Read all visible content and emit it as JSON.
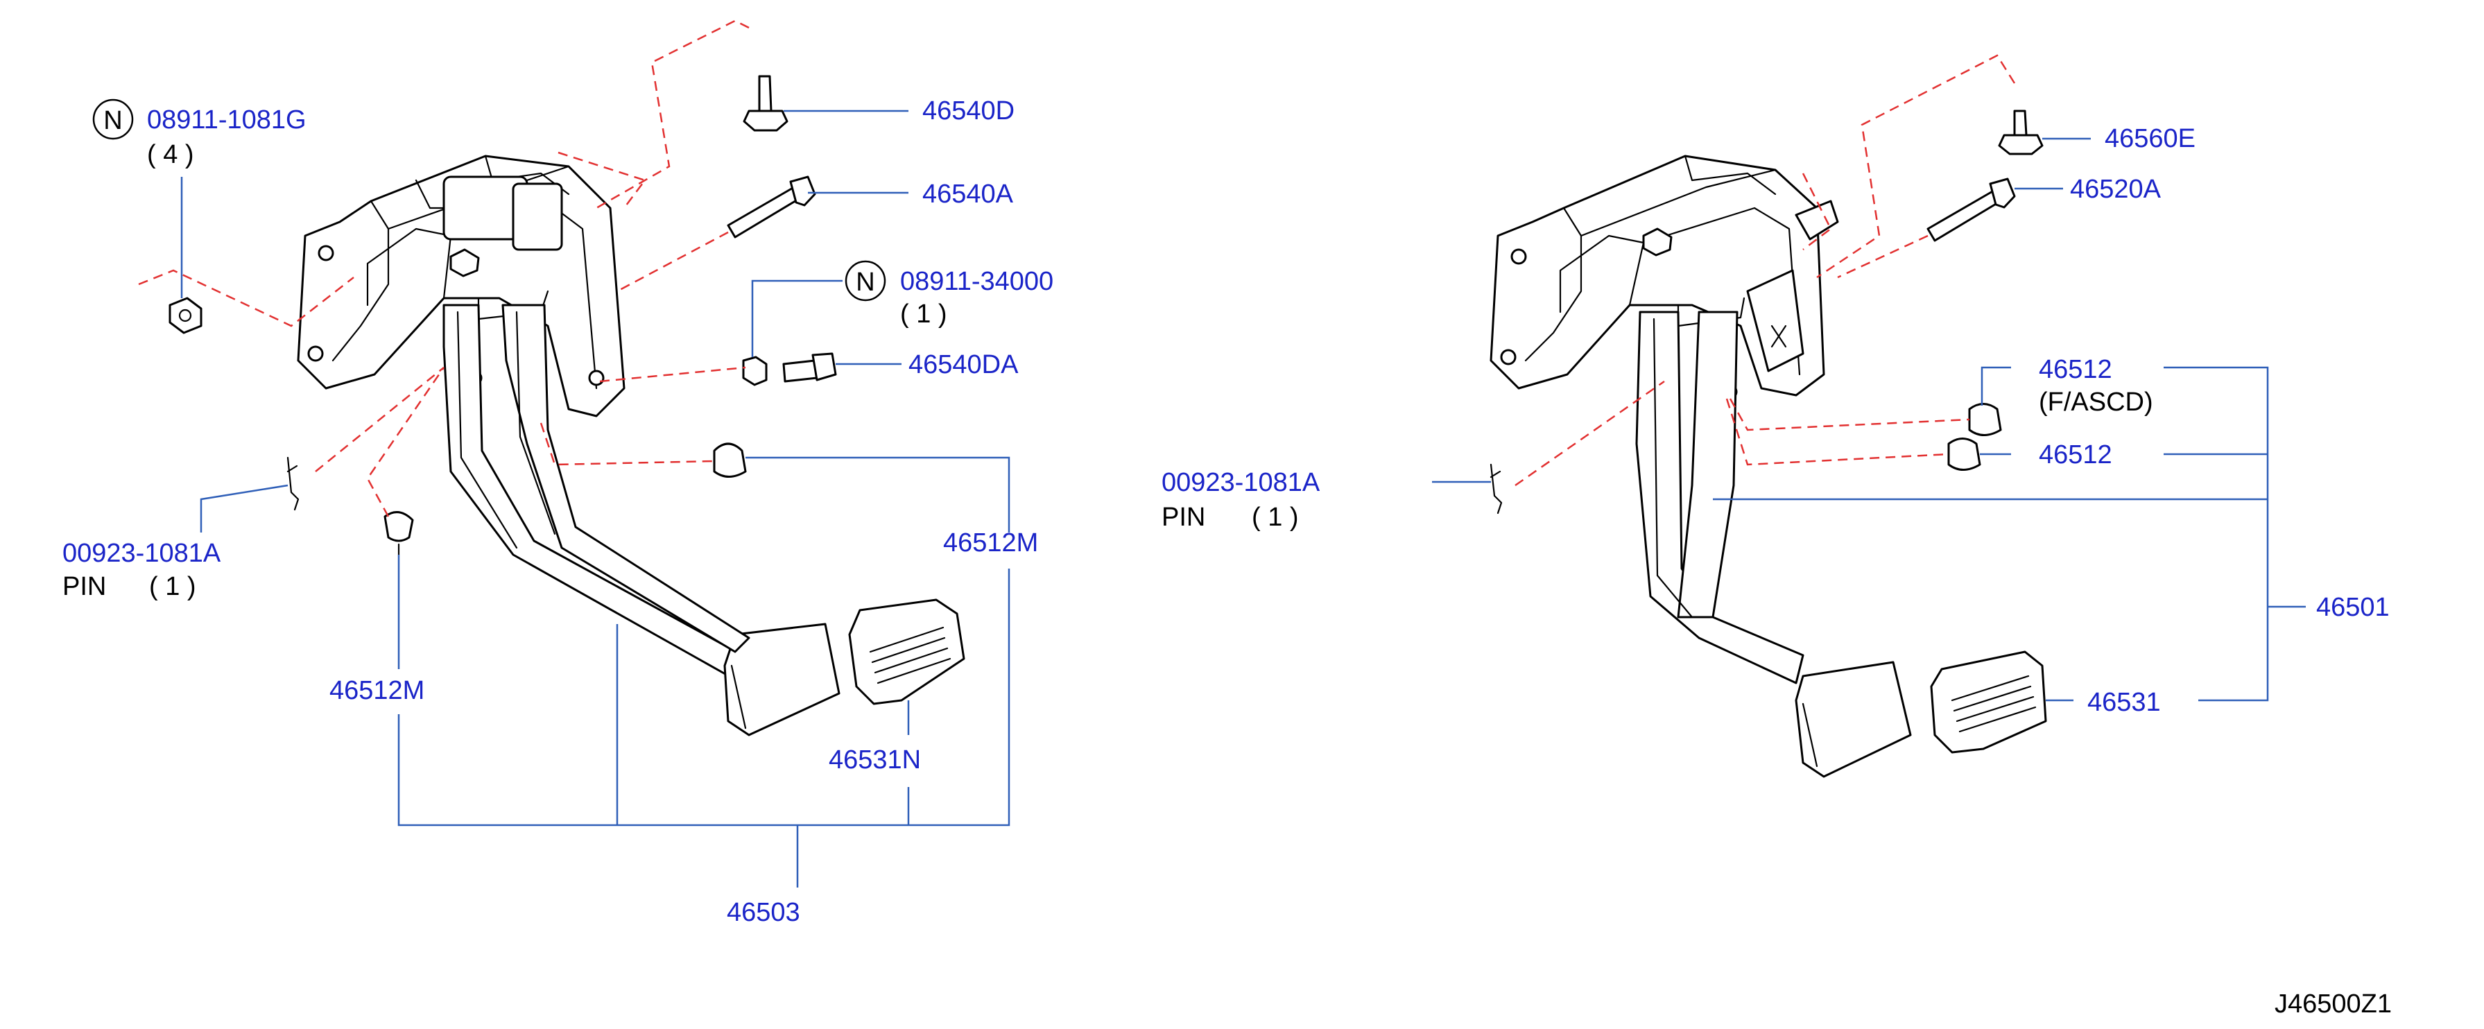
{
  "left_assembly": {
    "assembly_number": "46503",
    "callouts": {
      "n_symbol_1": "N",
      "nut_part": "08911-1081G",
      "nut_qty": "( 4 )",
      "bolt_top": "46540D",
      "bolt_pivot": "46540A",
      "n_symbol_2": "N",
      "nut2_part": "08911-34000",
      "nut2_qty": "( 1 )",
      "bolt_small": "46540DA",
      "pin_part": "00923-1081A",
      "pin_label": "PIN",
      "pin_qty": "( 1 )",
      "stopper_right": "46512M",
      "stopper_left": "46512M",
      "pad": "46531N"
    }
  },
  "right_assembly": {
    "assembly_number": "46501",
    "callouts": {
      "bolt_top": "46560E",
      "bolt_pivot": "46520A",
      "stopper_ascd": "46512",
      "stopper_ascd_note": "(F/ASCD)",
      "stopper": "46512",
      "pin_part": "00923-1081A",
      "pin_label": "PIN",
      "pin_qty": "( 1 )",
      "pad": "46531"
    }
  },
  "diagram_id": "J46500Z1",
  "colors": {
    "callout_text": "#1a24c8",
    "leader_line": "#2f5fb8",
    "dashed_line": "#e23030",
    "part_outline": "#000000"
  }
}
